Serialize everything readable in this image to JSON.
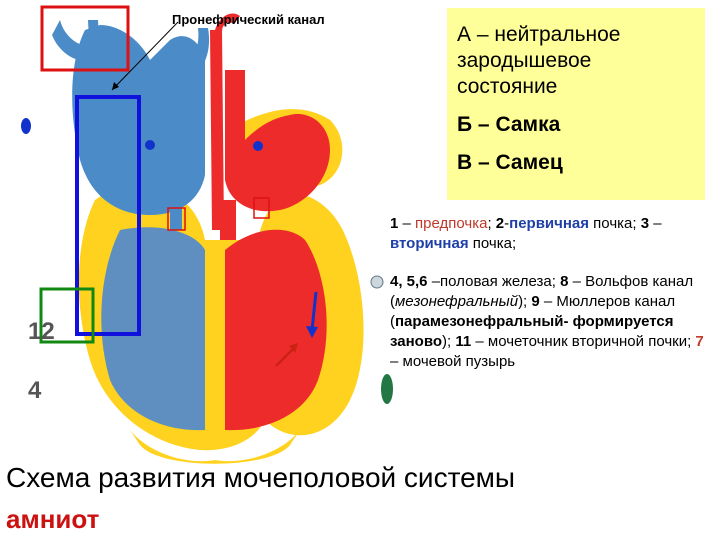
{
  "colors": {
    "yellow": "#ffd21f",
    "red": "#ee2b2b",
    "blue": "#4b8cc8",
    "mid_blue": "#5e8fc0",
    "box_red": "#dd1111",
    "box_blue": "#1111dd",
    "box_green": "#118811",
    "legend_bg": "#ffff99"
  },
  "top_label": "Пронефрический канал",
  "legend": {
    "a_lines": [
      "А – нейтральное",
      "зародышевое",
      "состояние"
    ],
    "b_line": "Б – Самка",
    "c_line": "В – Самец"
  },
  "notes": {
    "p1": {
      "n1": "1",
      "dash1": " – ",
      "t1": "предпочка",
      "sep1": "; ",
      "n2": "2",
      "dash2": "-",
      "t2": "первичная",
      "t2b": " почка; ",
      "n3": "3",
      "dash3": " – ",
      "t3": "вторичная",
      "t3b": " почка;"
    },
    "p2": {
      "n456": "4, 5,6",
      "t456": " –половая железа; ",
      "n8": "8",
      "t8": " – Вольфов канал (",
      "t8i": "мезонефральный",
      "t8e": "); ",
      "n9": "9",
      "t9": " – Мюллеров канал (",
      "t9b": "парамезонефральный- формируется заново",
      "t9e": "); ",
      "n11": "11",
      "t11": " – мочеточник вторичной почки; ",
      "n7": "7",
      "t7": " – мочевой пузырь"
    }
  },
  "caption": "Схема развития мочеполовой системы",
  "subcaption": "амниот",
  "side_numbers": [
    "12",
    "4"
  ]
}
